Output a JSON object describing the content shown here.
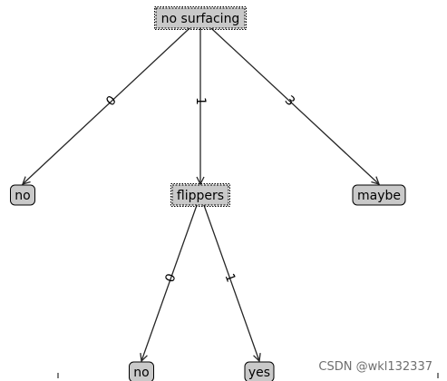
{
  "tree": {
    "nodes": [
      {
        "id": "root",
        "label": "no surfacing",
        "kind": "decision"
      },
      {
        "id": "leaf-no-1",
        "label": "no",
        "kind": "leaf"
      },
      {
        "id": "flippers",
        "label": "flippers",
        "kind": "decision"
      },
      {
        "id": "leaf-maybe",
        "label": "maybe",
        "kind": "leaf"
      },
      {
        "id": "leaf-no-2",
        "label": "no",
        "kind": "leaf"
      },
      {
        "id": "leaf-yes",
        "label": "yes",
        "kind": "leaf"
      }
    ],
    "edges": [
      {
        "from": "root",
        "to": "leaf-no-1",
        "label": "0"
      },
      {
        "from": "root",
        "to": "flippers",
        "label": "1"
      },
      {
        "from": "root",
        "to": "leaf-maybe",
        "label": "3"
      },
      {
        "from": "flippers",
        "to": "leaf-no-2",
        "label": "0"
      },
      {
        "from": "flippers",
        "to": "leaf-yes",
        "label": "1"
      }
    ]
  },
  "watermark": "CSDN @wkl132337"
}
